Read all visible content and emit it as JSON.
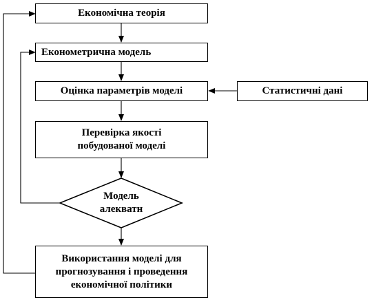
{
  "diagram": {
    "nodes": {
      "economic_theory": "Економічна теорія",
      "econometric_model": "Економетрична модель",
      "parameter_estimation": "Оцінка параметрів моделі",
      "statistical_data": "Статистичні дані",
      "quality_check": "Перевірка якості\nпобудованої моделі",
      "model_adequate": "Модель\nалекватн",
      "model_usage": "Використання моделі для\nпрогнозування і проведення\nекономічної політики"
    },
    "colors": {
      "stroke": "#000000",
      "fill": "#ffffff",
      "text": "#000000"
    }
  }
}
